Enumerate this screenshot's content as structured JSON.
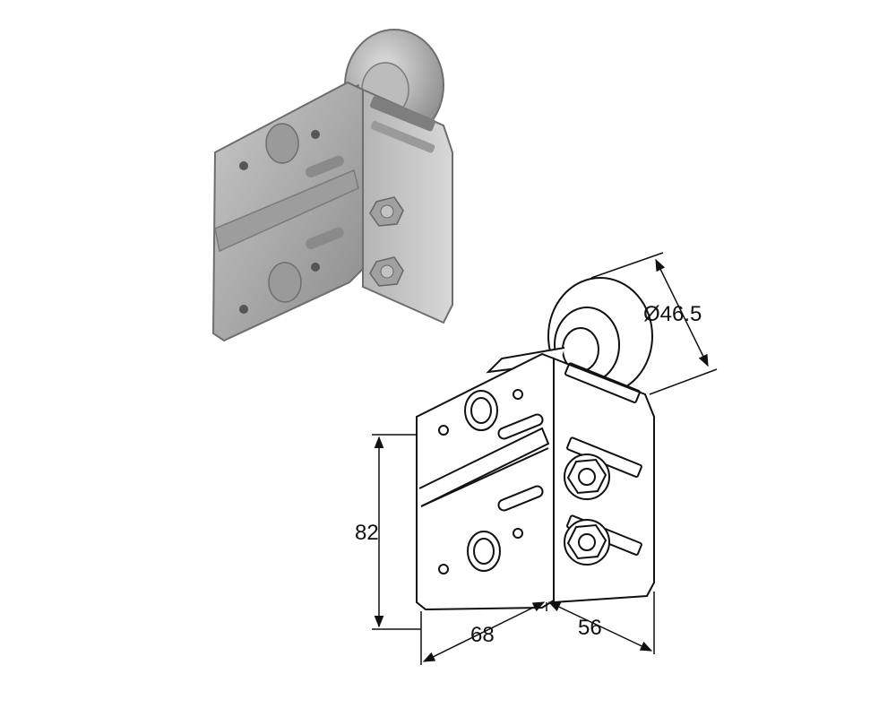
{
  "dimensions": {
    "roller_diameter": "Ø46.5",
    "height": "82",
    "base_width": "68",
    "depth": "56"
  },
  "colors": {
    "shaded_metal": "#a8a8a8",
    "shaded_edge": "#6e6e6e",
    "line": "#111111",
    "background": "#ffffff"
  }
}
